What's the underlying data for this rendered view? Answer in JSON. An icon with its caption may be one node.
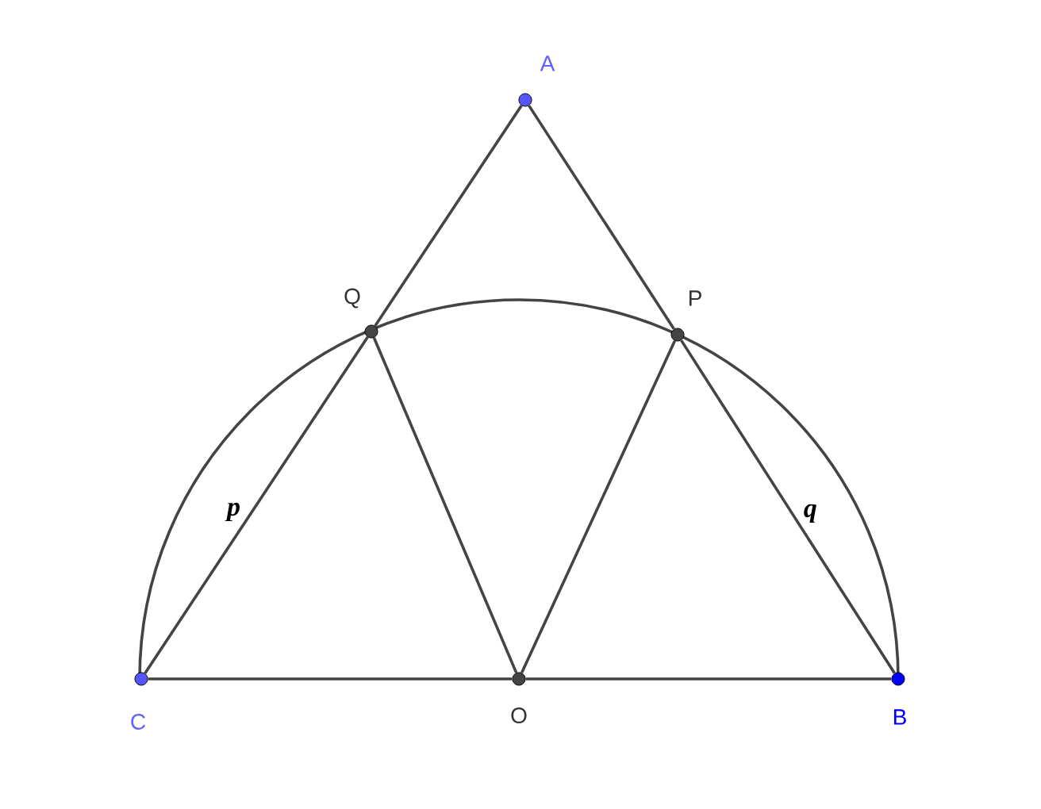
{
  "diagram": {
    "nodes": [
      {
        "text": [
          "A"
        ]
      },
      {
        "text": [
          "Q"
        ]
      },
      {
        "text": [
          "P"
        ]
      },
      {
        "text": [
          "C"
        ]
      },
      {
        "text": [
          "O"
        ]
      },
      {
        "text": [
          "B"
        ]
      }
    ],
    "edges": [
      {
        "from": 0,
        "to": 1,
        "arrow": "none"
      },
      {
        "from": 1,
        "to": 3,
        "arrow": "none",
        "label": "p"
      },
      {
        "from": 0,
        "to": 2,
        "arrow": "none"
      },
      {
        "from": 2,
        "to": 5,
        "arrow": "none",
        "label": "q"
      },
      {
        "from": 1,
        "to": 4,
        "arrow": "none"
      },
      {
        "from": 2,
        "to": 4,
        "arrow": "none"
      },
      {
        "from": 3,
        "to": 4,
        "arrow": "none"
      },
      {
        "from": 4,
        "to": 5,
        "arrow": "none"
      }
    ]
  }
}
